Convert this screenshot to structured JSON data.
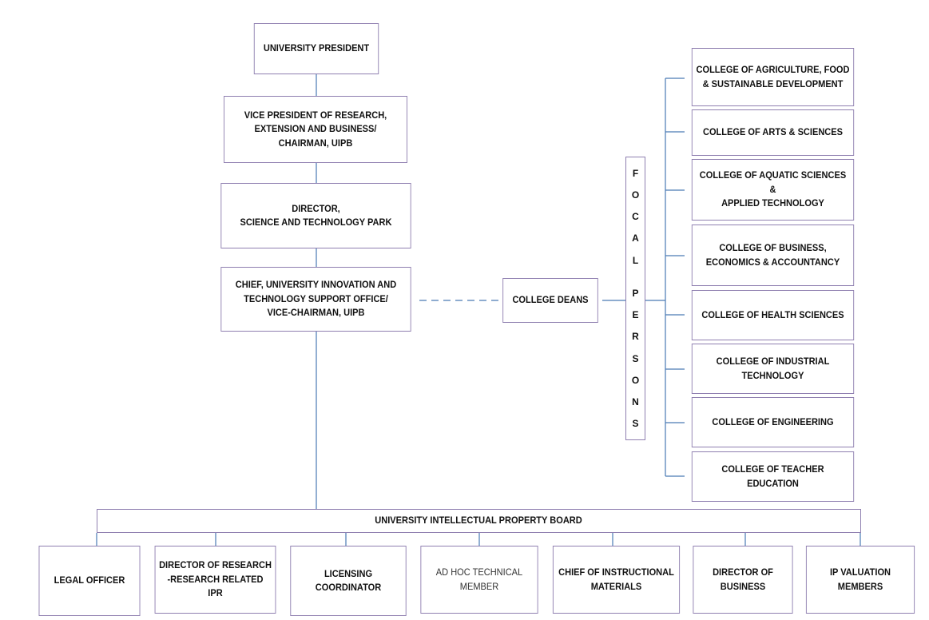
{
  "colors": {
    "box_border": "#8f7fb0",
    "connector": "#4a7ab5"
  },
  "president": "UNIVERSITY PRESIDENT",
  "vice_president": "VICE PRESIDENT OF RESEARCH,\nEXTENSION  AND BUSINESS/\nCHAIRMAN, UIPB",
  "director": "DIRECTOR,\nSCIENCE AND TECHNOLOGY PARK",
  "chief": "CHIEF, UNIVERSITY INNOVATION AND\nTECHNOLOGY SUPPORT OFFICE/\nVICE-CHAIRMAN, UIPB",
  "college_deans": "COLLEGE DEANS",
  "focal_persons": [
    "F",
    "O",
    "C",
    "A",
    "L",
    "P",
    "E",
    "R",
    "S",
    "O",
    "N",
    "S"
  ],
  "colleges": [
    "COLLEGE OF AGRICULTURE, FOOD\n& SUSTAINABLE DEVELOPMENT",
    "COLLEGE OF ARTS & SCIENCES",
    "COLLEGE OF AQUATIC SCIENCES &\nAPPLIED TECHNOLOGY",
    "COLLEGE OF BUSINESS,\nECONOMICS & ACCOUNTANCY",
    "COLLEGE OF HEALTH SCIENCES",
    "COLLEGE OF INDUSTRIAL\nTECHNOLOGY",
    "COLLEGE OF ENGINEERING",
    "COLLEGE OF TEACHER EDUCATION"
  ],
  "board": "UNIVERSITY INTELLECTUAL PROPERTY BOARD",
  "members": [
    "LEGAL OFFICER",
    "DIRECTOR OF RESEARCH\n-RESEARCH RELATED\nIPR",
    "LICENSING\nCOORDINATOR",
    "AD HOC TECHNICAL\nMEMBER",
    "CHIEF OF INSTRUCTIONAL\nMATERIALS",
    "DIRECTOR OF\nBUSINESS",
    "IP VALUATION\nMEMBERS"
  ]
}
